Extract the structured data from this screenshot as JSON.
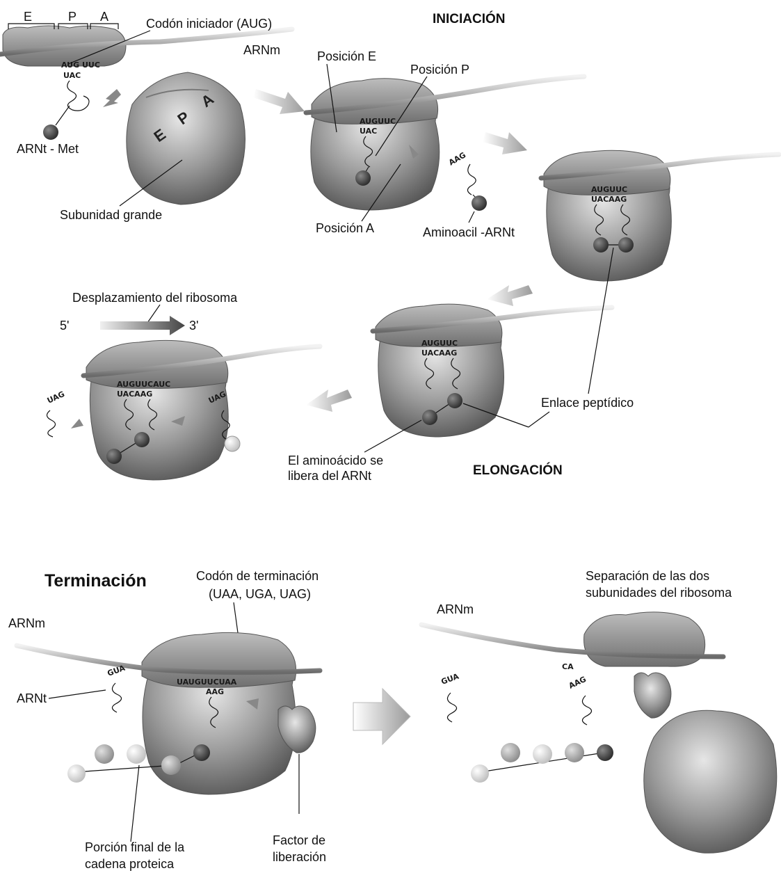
{
  "sections": {
    "initiation": "INICIACIÓN",
    "elongation": "ELONGACIÓN",
    "termination": "Terminación"
  },
  "labels": {
    "start_codon": "Codón iniciador (AUG)",
    "mrna_1": "ARNm",
    "site_e": "Posición E",
    "site_p": "Posición P",
    "site_a": "Posición A",
    "trna_met": "ARNt - Met",
    "large_subunit": "Subunidad grande",
    "aminoacyl_trna": "Aminoacil -ARNt",
    "ribosome_shift": "Desplazamiento del ribosoma",
    "five_prime": "5'",
    "three_prime": "3'",
    "peptide_bond": "Enlace peptídico",
    "aa_released_1": "El aminoácido se",
    "aa_released_2": "libera del ARNt",
    "stop_codon_1": "Codón de terminación",
    "stop_codon_2": "(UAA, UGA, UAG)",
    "mrna_2": "ARNm",
    "trna": "ARNt",
    "chain_end_1": "Porción final de la",
    "chain_end_2": "cadena  proteica",
    "release_factor_1": "Factor de",
    "release_factor_2": "liberación",
    "separation_1": "Separación de las dos",
    "separation_2": "subunidades del ribosoma",
    "mrna_3": "ARNm"
  },
  "site_letters": {
    "e": "E",
    "p": "P",
    "a": "A"
  },
  "codons": {
    "c1_mrna": "AUG",
    "c1_mrna_next": "UUC",
    "c1_anti": "UAC",
    "c2_mrna": "AUGUUC",
    "c2_anti": "UAC",
    "incoming_anti": "AAG",
    "c3_mrna": "AUGUUC",
    "c3_anti": "UACAAG",
    "c4_mrna": "AUGUUC",
    "c4_anti": "UACAAG",
    "c5_mrna": "AUGUUCAUC",
    "c5_anti": "UACAAG",
    "leaving_anti": "UAG",
    "incoming_anti_2": "UAG",
    "t_mrna": "UAUGUUCUAA",
    "t_anti": "AAG",
    "t_free_anti": "GUA",
    "s_mrna": "CA",
    "s_anti": "AAG",
    "s_free_anti": "GUA"
  }
}
